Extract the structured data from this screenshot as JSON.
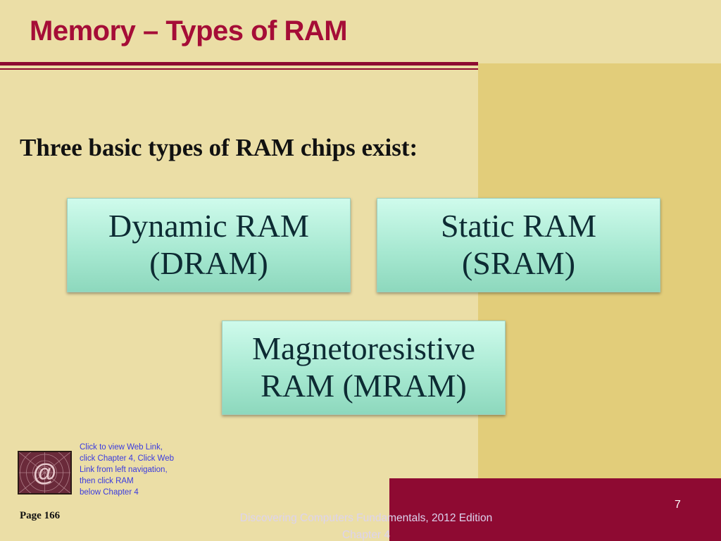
{
  "slide": {
    "title": "Memory – Types of RAM",
    "intro": "Three basic types of RAM chips exist:",
    "boxes": {
      "dram": [
        "Dynamic RAM",
        "(DRAM)"
      ],
      "sram": [
        "Static RAM",
        "(SRAM)"
      ],
      "mram": [
        "Magnetoresistive",
        "RAM (MRAM)"
      ]
    },
    "weblink": {
      "icon": "web-link-at-icon",
      "glyph": "@",
      "lines": [
        "Click to view Web Link,",
        "click Chapter 4, Click Web",
        "Link from left navigation,",
        "then click RAM",
        "below Chapter 4"
      ]
    },
    "page_ref": "Page 166",
    "slide_number": "7",
    "footer": {
      "line1": "Discovering Computers Fundamentals, 2012  Edition",
      "line2": "Chapter 4"
    }
  },
  "colors": {
    "background": "#EBDEA6",
    "right_panel": "#E2CD7A",
    "accent": "#8E0B31",
    "title": "#A50D37",
    "box_fill": "#A8E9D2",
    "link": "#3A3AE0"
  }
}
